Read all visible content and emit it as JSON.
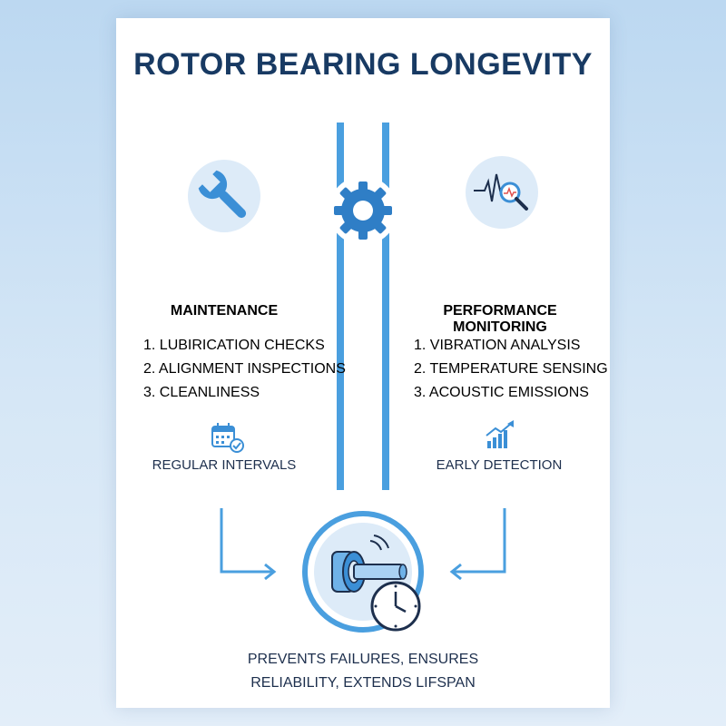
{
  "title": "ROTOR BEARING LONGEVITY",
  "left": {
    "heading": "MAINTENANCE",
    "items": [
      "1. LUBIRICATION CHECKS",
      "2. ALIGNMENT INSPECTIONS",
      "3. CLEANLINESS"
    ],
    "footer": "REGULAR INTERVALS",
    "icon": "wrench-icon",
    "footer_icon": "calendar-check-icon"
  },
  "right": {
    "heading": "PERFORMANCE MONITORING",
    "items": [
      "1. VIBRATION ANALYSIS",
      "2. TEMPERATURE SENSING",
      "3. ACOUSTIC EMISSIONS"
    ],
    "footer": "EARLY DETECTION",
    "icon": "waveform-magnifier-icon",
    "footer_icon": "growth-chart-icon"
  },
  "outcome": {
    "line1": "PREVENTS FAILURES, ENSURES",
    "line2": "RELIABILITY, EXTENDS LIFSPAN",
    "icon": "bearing-clock-icon"
  },
  "colors": {
    "accent": "#4a9fdf",
    "dark_accent": "#2f7ec6",
    "text": "#1d2f4d",
    "title": "#183a63",
    "icon_bg": "#ddebf8"
  }
}
